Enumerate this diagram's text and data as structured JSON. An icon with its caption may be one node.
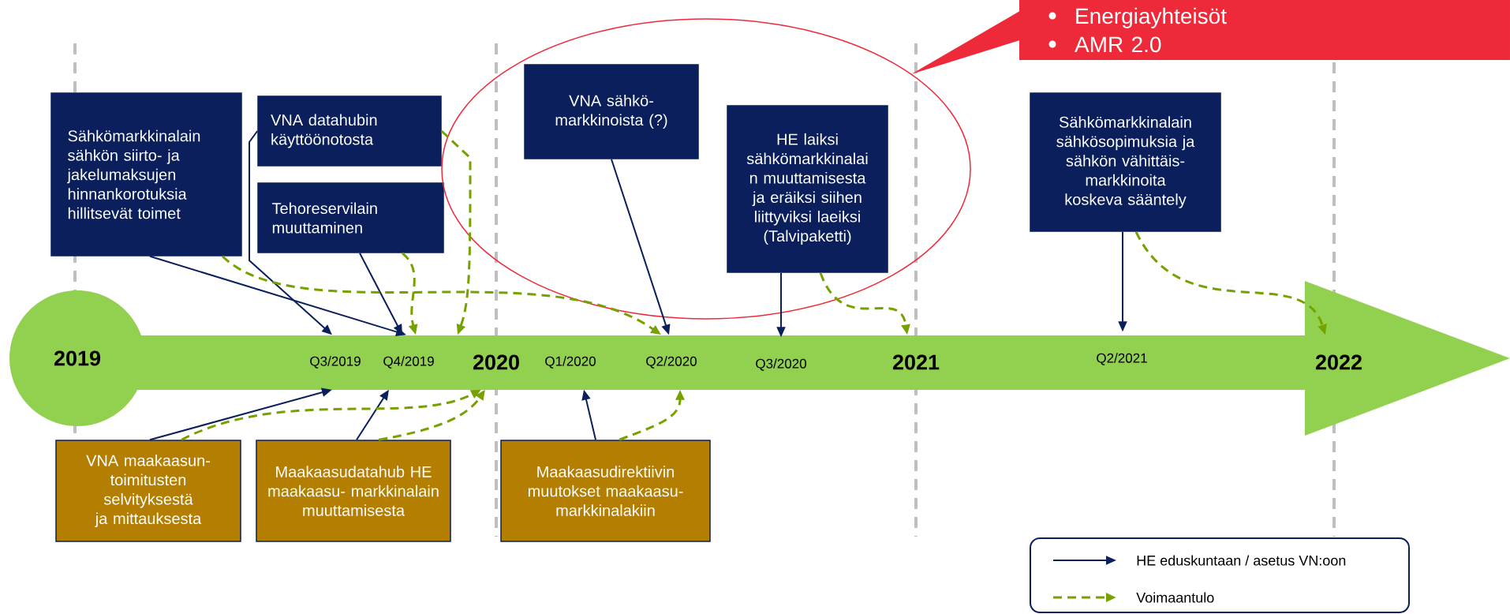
{
  "diagram": {
    "nodes": [
      {
        "text": [
          "2019"
        ]
      },
      {
        "text": [
          "Q3/2019"
        ]
      },
      {
        "text": [
          "Q4/2019"
        ]
      },
      {
        "text": [
          "2020"
        ]
      },
      {
        "text": [
          "Q1/2020"
        ]
      },
      {
        "text": [
          "Q2/2020"
        ]
      },
      {
        "text": [
          "Q3/2020"
        ]
      },
      {
        "text": [
          "2021"
        ]
      },
      {
        "text": [
          "Q2/2021"
        ]
      },
      {
        "text": [
          "2022"
        ]
      },
      {
        "text": [
          "Sähkömarkkinalain sähkön siirto- ja jakelumaksujen hinnankorotuksia hillitsevät toimet"
        ]
      },
      {
        "text": [
          "VNA datahubin käyttöönotosta"
        ]
      },
      {
        "text": [
          "Tehoreservilain muuttaminen"
        ]
      },
      {
        "text": [],
        "shape": "ellipse"
      },
      {
        "text": [
          "VNA sähkö- markkinoista (?)"
        ],
        "in": 13
      },
      {
        "text": [
          "HE laiksi sähkömarkkinalai n muuttamisesta ja eräiksi siihen liittyviksi laeiksi (Talvipaketti)"
        ],
        "in": 13
      },
      {
        "text": [
          "Sähkömarkkinalain sähkösopimuksia ja sähkön vähittäis- markkinoita koskeva sääntely"
        ]
      },
      {
        "text": [
          "VNA maakaasun- toimitusten selvityksestä ja mittauksesta"
        ]
      },
      {
        "text": [
          "Maakaasudatahub HE maakaasu- markkinalain muuttamisesta"
        ]
      },
      {
        "text": [
          "Maakaasudirektiivin muutokset maakaasu- markkinalakiin"
        ]
      },
      {
        "text": [
          "Energiayhteisöt",
          "AMR 2.0"
        ]
      }
    ],
    "edges": [
      {
        "from": 10,
        "to": 2,
        "arrow": "to"
      },
      {
        "from": 11,
        "to": 1,
        "arrow": "to"
      },
      {
        "from": 12,
        "to": 2,
        "arrow": "to"
      },
      {
        "from": 14,
        "to": 5,
        "arrow": "to"
      },
      {
        "from": 15,
        "to": 6,
        "arrow": "to"
      },
      {
        "from": 16,
        "to": 8,
        "arrow": "to"
      },
      {
        "from": 17,
        "to": 1,
        "arrow": "to"
      },
      {
        "from": 18,
        "to": 2,
        "arrow": "to"
      },
      {
        "from": 19,
        "to": 4,
        "arrow": "to"
      },
      {
        "from": 10,
        "to": 5,
        "arrow": "to",
        "style": "dashed",
        "color": "#76a100"
      },
      {
        "from": 11,
        "to": 3,
        "arrow": "to",
        "style": "dashed",
        "color": "#76a100"
      },
      {
        "from": 12,
        "to": 2,
        "arrow": "to",
        "style": "dashed",
        "color": "#76a100"
      },
      {
        "from": 15,
        "to": 7,
        "arrow": "to",
        "style": "dashed",
        "color": "#76a100"
      },
      {
        "from": 16,
        "to": 9,
        "arrow": "to",
        "style": "dashed",
        "color": "#76a100"
      },
      {
        "from": 17,
        "to": 3,
        "arrow": "to",
        "style": "dashed",
        "color": "#76a100"
      },
      {
        "from": 18,
        "to": 3,
        "arrow": "to",
        "style": "dashed",
        "color": "#76a100"
      },
      {
        "from": 19,
        "to": 5,
        "arrow": "to",
        "style": "dashed",
        "color": "#76a100"
      }
    ],
    "legend": [
      {
        "text": "HE eduskuntaan / asetus VN:oon"
      },
      {
        "text": "Voimaantulo"
      }
    ]
  }
}
